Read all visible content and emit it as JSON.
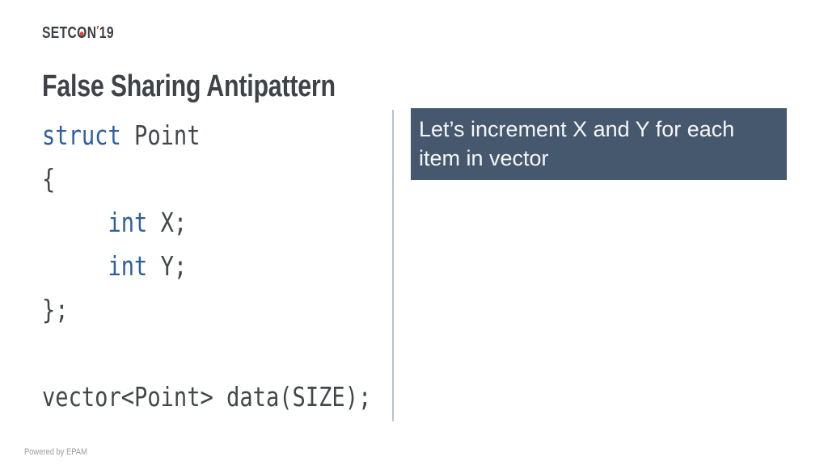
{
  "logo": {
    "text_before_o": "SETC",
    "o": "O",
    "text_after_o": "N",
    "prime": "′",
    "year": "19",
    "brand_dark_color": "#3b3f46",
    "brand_red_color": "#e8432d"
  },
  "title": {
    "text": "False Sharing Antipattern",
    "color": "#3f4347"
  },
  "code": {
    "keyword_color": "#2e5e9e",
    "text_color": "#434749",
    "lines": [
      [
        {
          "t": "struct",
          "k": true
        },
        {
          "t": " Point",
          "k": false
        }
      ],
      [
        {
          "t": "{",
          "k": false
        }
      ],
      [
        {
          "t": "     ",
          "k": false
        },
        {
          "t": "int",
          "k": true
        },
        {
          "t": " X;",
          "k": false
        }
      ],
      [
        {
          "t": "     ",
          "k": false
        },
        {
          "t": "int",
          "k": true
        },
        {
          "t": " Y;",
          "k": false
        }
      ],
      [
        {
          "t": "};",
          "k": false
        }
      ],
      [],
      [
        {
          "t": "vector<Point> data(SIZE);",
          "k": false
        }
      ]
    ]
  },
  "callout": {
    "lines": [
      "Let’s increment X and Y for each",
      "item in vector"
    ],
    "bg_color": "#46586e",
    "text_color": "#f5f6f7"
  },
  "divider_color": "#b6c3d0",
  "footer": {
    "text": "Powered by EPAM",
    "color": "#9d9d9d"
  }
}
